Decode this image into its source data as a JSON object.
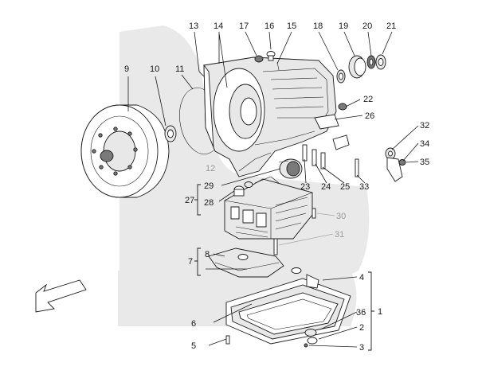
{
  "labels": {
    "l1": "1",
    "l2": "2",
    "l3": "3",
    "l4": "4",
    "l5": "5",
    "l6": "6",
    "l7": "7",
    "l8": "8",
    "l9": "9",
    "l10": "10",
    "l11": "11",
    "l12": "12",
    "l13": "13",
    "l14": "14",
    "l15": "15",
    "l16": "16",
    "l17": "17",
    "l18": "18",
    "l19": "19",
    "l20": "20",
    "l21": "21",
    "l22": "22",
    "l23": "23",
    "l24": "24",
    "l25": "25",
    "l26": "26",
    "l27": "27",
    "l28": "28",
    "l29": "29",
    "l30": "30",
    "l31": "31",
    "l32": "32",
    "l33": "33",
    "l34": "34",
    "l35": "35",
    "l36": "36"
  },
  "colors": {
    "background_band": "#e6e6e6",
    "arrow": "#ffffff",
    "muted_label": "#9a9a9a"
  }
}
